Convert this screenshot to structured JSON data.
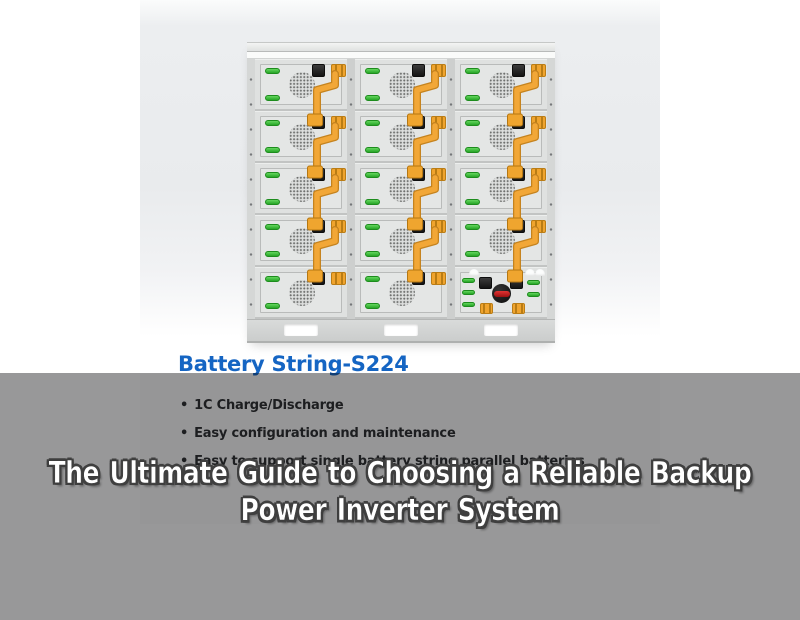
{
  "hero": {
    "line1": "The Ultimate Guide to Choosing a Reliable Backup",
    "line2": "Power Inverter System"
  },
  "product": {
    "heading": "Battery String-S224",
    "bullet": "•",
    "features": [
      "1C Charge/Discharge",
      "Easy configuration and maintenance",
      "Easy to support single battery string parallel batteries"
    ]
  },
  "battery_image": {
    "columns": 3,
    "rows": 5,
    "module_count": 15,
    "control_module_position": "bottom-right",
    "cable_color": "#f2a737",
    "handle_color": "#3cbf3c",
    "cabinet_color": "#dcdedd"
  },
  "colors": {
    "heading_blue": "#1565c3",
    "overlay_gray": "rgba(10,10,12,0.42)",
    "hero_text": "#ffffff",
    "hero_outline": "#3d3d3d"
  }
}
